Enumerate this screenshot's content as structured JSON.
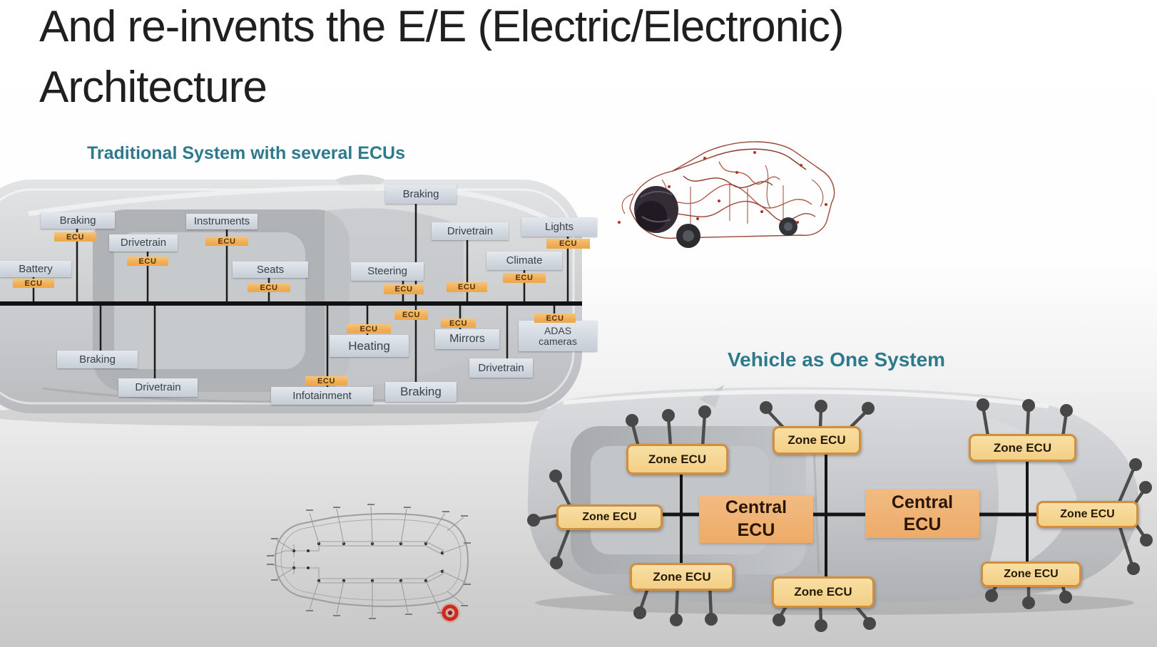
{
  "slide": {
    "title_line1": "And re-invents the E/E (Electric/Electronic)",
    "title_line2": "Architecture"
  },
  "left_diagram": {
    "title": "Traditional System with several ECUs",
    "ecu_label": "ECU",
    "nodes": [
      {
        "label": "Battery"
      },
      {
        "label": "Braking"
      },
      {
        "label": "Drivetrain"
      },
      {
        "label": "Instruments"
      },
      {
        "label": "Seats"
      },
      {
        "label": "Braking"
      },
      {
        "label": "Steering"
      },
      {
        "label": "Drivetrain"
      },
      {
        "label": "Climate"
      },
      {
        "label": "Lights"
      },
      {
        "label": "Braking"
      },
      {
        "label": "Drivetrain"
      },
      {
        "label": "Infotainment"
      },
      {
        "label": "Heating"
      },
      {
        "label": "Braking"
      },
      {
        "label": "Mirrors"
      },
      {
        "label": "Drivetrain"
      },
      {
        "label": "ADAS cameras"
      }
    ]
  },
  "right_diagram": {
    "title": "Vehicle as One System",
    "zone_label": "Zone ECU",
    "central_label": "Central ECU",
    "zone_count": 8,
    "central_count": 2
  },
  "colors": {
    "heading_teal": "#2d7a8c",
    "label_box_gray": "#d3d9e1",
    "ecu_orange": "#f1ad55",
    "zone_fill": "#f3cf85",
    "zone_border": "#d18e3c",
    "central_fill": "#edab68",
    "bus_line": "#151515",
    "sensor_dot": "#474747",
    "harness_red": "#9c4636",
    "alert_red": "#cf2b1d"
  }
}
